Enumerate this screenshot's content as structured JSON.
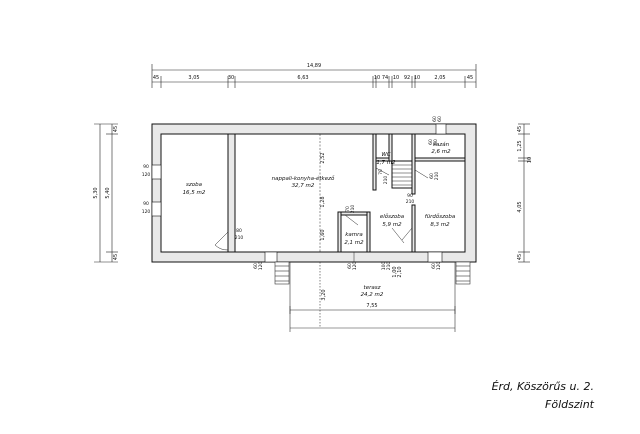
{
  "dimensions": {
    "overall_width": "14,89",
    "top_chain": [
      "45",
      "3,05",
      "30",
      "6,63",
      "10",
      "74",
      "10",
      "92",
      "10",
      "2,05",
      "45"
    ],
    "left_outer": "5,30",
    "left_inner": "5,40",
    "left_ticks": [
      "45",
      "45"
    ],
    "right_chain": [
      "45",
      "1,25",
      "10",
      "4,05",
      "45"
    ],
    "interior_vertical": [
      "2,52",
      "1,28",
      "1,60"
    ],
    "terrace_depth": "3,20",
    "terrace_width": "7,55",
    "small_vertical": [
      "1,00",
      "2,10"
    ]
  },
  "rooms": [
    {
      "name": "szoba",
      "area": "16,5 m2"
    },
    {
      "name": "nappali-konyha-étkező",
      "area": "32,7 m2"
    },
    {
      "name": "WC",
      "area": "1,7 m2"
    },
    {
      "name": "kazán",
      "area": "2,6 m2"
    },
    {
      "name": "előszoba",
      "area": "5,9 m2"
    },
    {
      "name": "fürdőszoba",
      "area": "8,3 m2"
    },
    {
      "name": "kamra",
      "area": "2,1 m2"
    },
    {
      "name": "terasz",
      "area": "24,2 m2"
    }
  ],
  "openings": [
    {
      "w": "90",
      "h": "120"
    },
    {
      "w": "90",
      "h": "120"
    },
    {
      "w": "80",
      "h": "210"
    },
    {
      "w": "70",
      "h": "210"
    },
    {
      "w": "70",
      "h": "210"
    },
    {
      "w": "60",
      "h": "210"
    },
    {
      "w": "90",
      "h": "210"
    },
    {
      "w": "60",
      "h": "120"
    },
    {
      "w": "60",
      "h": "120"
    },
    {
      "w": "60",
      "h": "60"
    },
    {
      "w": "100",
      "h": "210"
    },
    {
      "w": "60",
      "h": "120"
    },
    {
      "w": "60",
      "h": "60"
    }
  ],
  "title": {
    "line1": "Érd, Köszörűs u. 2.",
    "line2": "Földszint"
  }
}
